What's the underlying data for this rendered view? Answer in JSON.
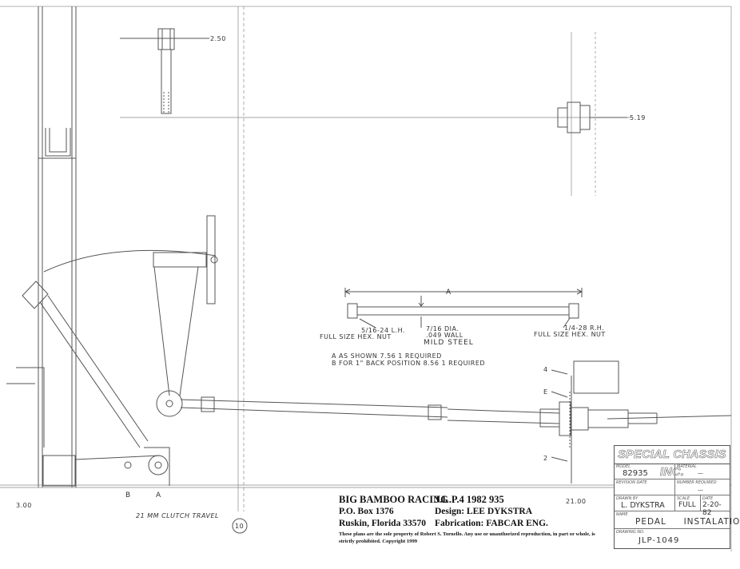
{
  "dimensions": {
    "bolt_length": "2.50",
    "hub_offset": "5.19",
    "rod_length": "A",
    "floor_offset": "3.00",
    "ref_line": "21.00",
    "section_mark": "10",
    "pivot_b": "B",
    "pivot_a": "A",
    "travel_note": "21 MM  CLUTCH TRAVEL",
    "callout_4": "4",
    "callout_e": "E",
    "callout_2": "2"
  },
  "rod_detail": {
    "left_nut_line1": "5/16-24  L.H.",
    "left_nut_line2": "FULL SIZE HEX. NUT",
    "tube_line1": "7/16  DIA.",
    "tube_line2": ".049  WALL",
    "tube_line3": "MILD  STEEL",
    "right_nut_line1": "1/4-28  R.H.",
    "right_nut_line2": "FULL SIZE  HEX. NUT",
    "note_a": "A  AS  SHOWN   7.56   1  REQUIRED",
    "note_b": "B  FOR  1\"  BACK  POSITION  8.56   1  REQUIRED"
  },
  "credits": {
    "team": "BIG BAMBOO RACING",
    "address1": "P.O. Box 1376",
    "address2": "Ruskin, Florida  33570",
    "car": "J.L.P.4  1982  935",
    "design": "Design: LEE  DYKSTRA",
    "fabrication": "Fabrication: FABCAR ENG.",
    "notice": "These plans are the sole property of Robert S. Tornello.  Any use or unauthorized reproduction,  in part or whole,  is strictly prohibited.  Copyright 1999"
  },
  "title_block": {
    "company": "SPECIAL CHASSIS INC.",
    "model_label": "MODEL",
    "model": "82935",
    "material_label": "MATERIAL",
    "material": "—",
    "revision_label": "REVISION DATE",
    "number_required_label": "NUMBER REQUIRED",
    "number_required": "—",
    "drawn_label": "DRAWN BY",
    "drawn_by": "L.  DYKSTRA",
    "scale_label": "SCALE",
    "scale": "FULL",
    "date_label": "DATE",
    "date": "2-20-82",
    "name_label": "NAME",
    "name": "PEDAL     INSTALATION",
    "drawing_no_label": "DRAWING NO.",
    "drawing_no": "JLP-1049"
  }
}
